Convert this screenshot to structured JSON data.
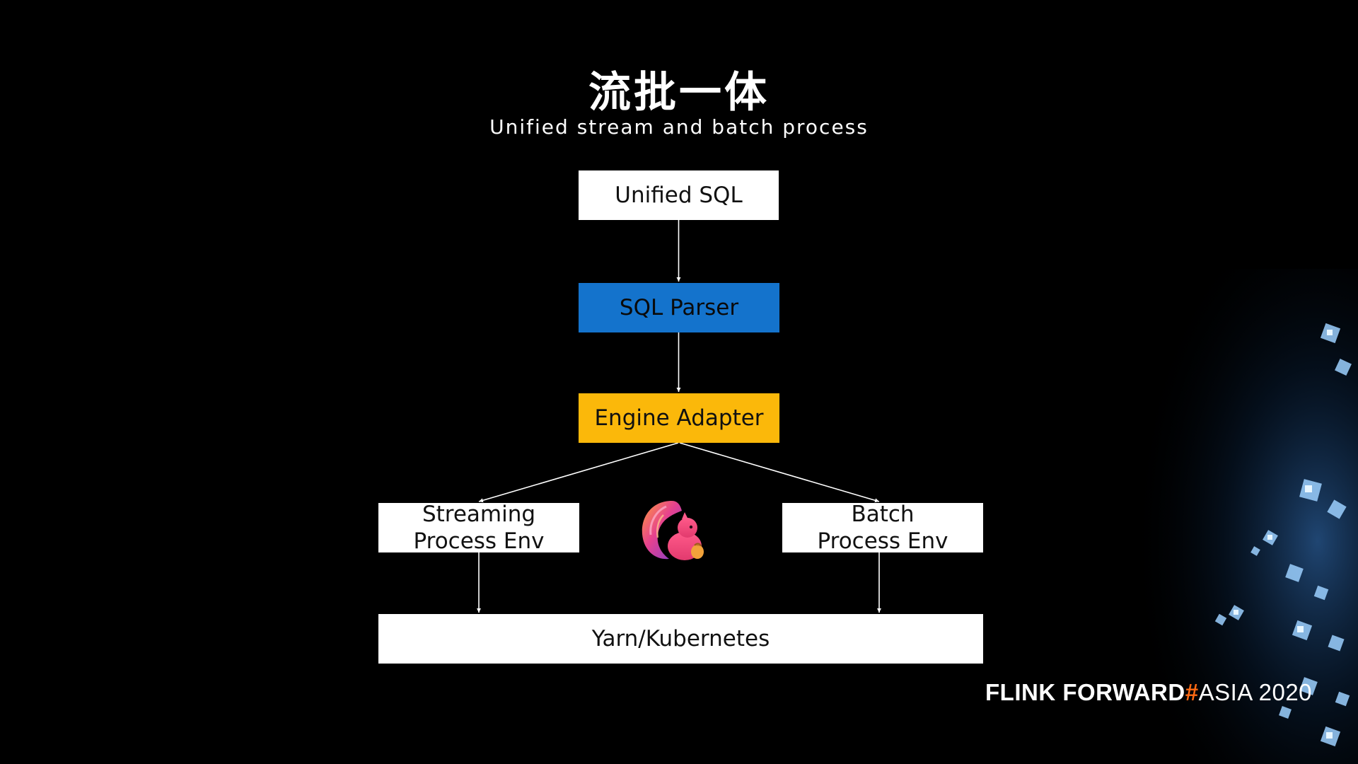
{
  "slide": {
    "title": "流批一体",
    "subtitle": "Unified stream and batch process"
  },
  "diagram": {
    "nodes": {
      "unified_sql": "Unified SQL",
      "sql_parser": "SQL Parser",
      "engine_adapter": "Engine Adapter",
      "streaming_line1": "Streaming",
      "streaming_line2": "Process Env",
      "batch_line1": "Batch",
      "batch_line2": "Process Env",
      "yarn": "Yarn/Kubernetes"
    },
    "colors": {
      "parser": "#1473cc",
      "adapter": "#fbb80a",
      "box": "#ffffff",
      "edge": "#ffffff"
    }
  },
  "branding": {
    "part1": "FLINK FORWARD",
    "hash": "#",
    "part2": "ASIA 2020",
    "accent": "#ff6a13"
  },
  "icons": {
    "mascot": "flink-squirrel-logo",
    "decoration": "glowing-cubes-decoration"
  }
}
